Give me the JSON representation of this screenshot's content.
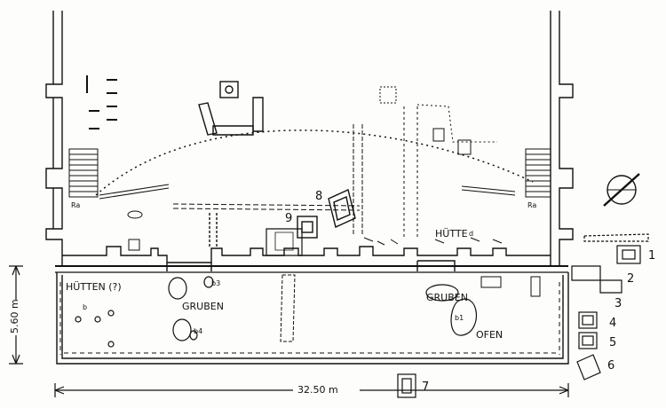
{
  "labels": {
    "huetten": "HÜTTEN (?)",
    "huette": "HÜTTE",
    "gruben_left": "GRUBEN",
    "gruben_right": "GRUBEN",
    "ofen": "OFEN",
    "pit_b3": "b3",
    "pit_b4": "b4",
    "pit_b1": "b1",
    "pit_b": "b",
    "pit_d": "d",
    "ra_left": "Ra",
    "ra_right": "Ra"
  },
  "numbers": [
    "1",
    "2",
    "3",
    "4",
    "5",
    "6",
    "7",
    "8",
    "9"
  ],
  "dimensions": {
    "width_label": "32.50 m",
    "height_label": "5.60 m"
  },
  "colors": {
    "ink": "#111111",
    "paper": "#fdfdfb"
  }
}
